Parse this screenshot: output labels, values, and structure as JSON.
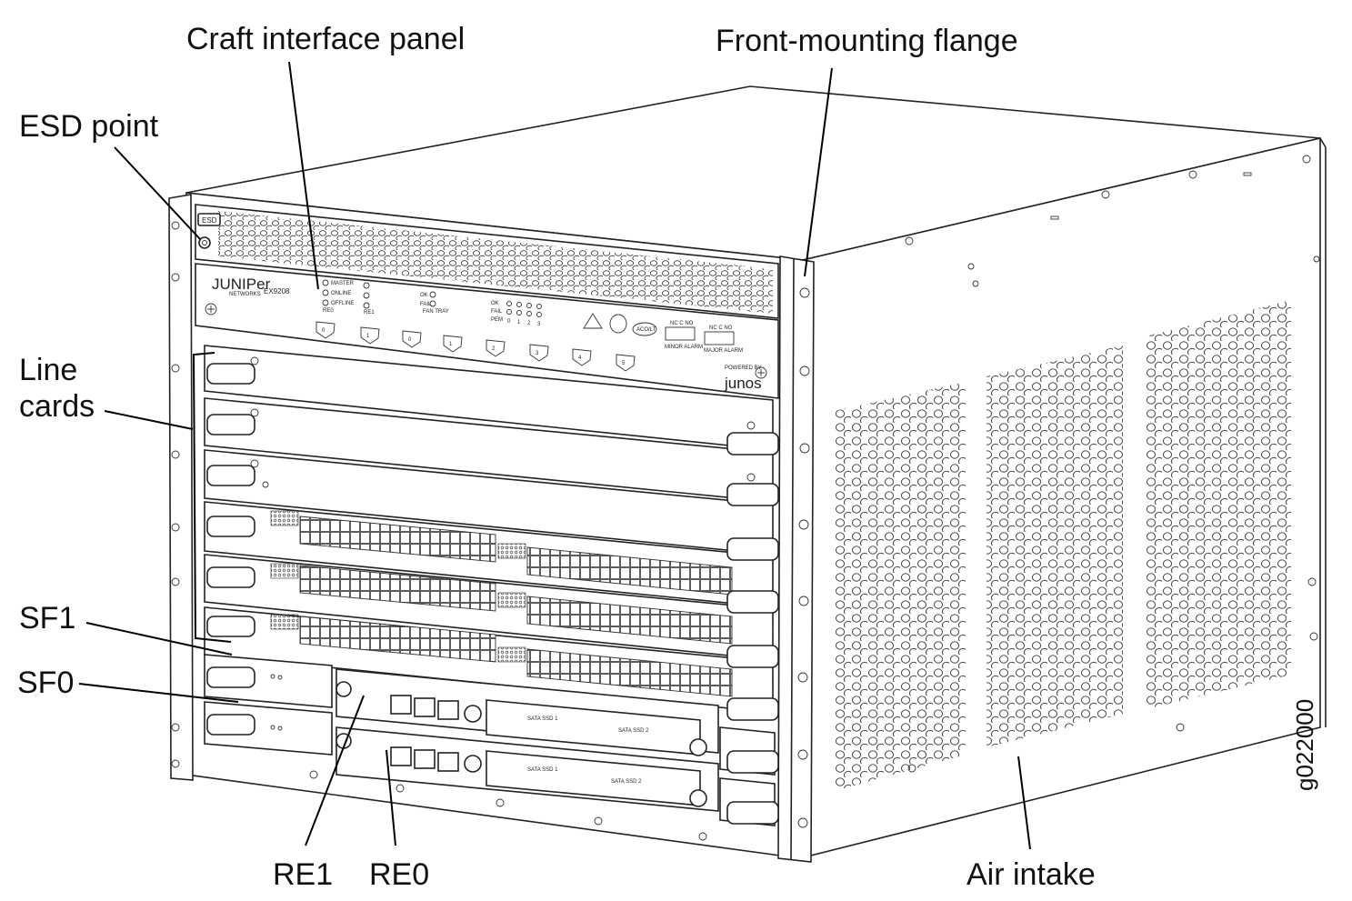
{
  "callouts": {
    "craft_interface_panel": "Craft interface panel",
    "front_mounting_flange": "Front-mounting flange",
    "esd_point": "ESD point",
    "line_cards_1": "Line",
    "line_cards_2": "cards",
    "sf1": "SF1",
    "sf0": "SF0",
    "re1": "RE1",
    "re0": "RE0",
    "air_intake": "Air intake",
    "figure_id": "g022000"
  },
  "device_labels": {
    "esd": "ESD",
    "brand": "JUNIPer",
    "brand_sub": "NETWORKS",
    "model": "EX9208",
    "master": "MASTER",
    "online": "ONLINE",
    "offline": "OFFLINE",
    "re0": "RE0",
    "re1": "RE1",
    "ok": "OK",
    "fail": "FAIL",
    "fan_tray": "FAN TRAY",
    "pem": "PEM",
    "pem_numbers": [
      "0",
      "1",
      "2",
      "3"
    ],
    "psu_numbers": [
      "0",
      "1",
      "0",
      "1",
      "2",
      "3",
      "4",
      "5"
    ],
    "aco_lt": "ACO/LT",
    "nc_c_no": "NC  C  NO",
    "minor_alarm": "MINOR ALARM",
    "major_alarm": "MAJOR ALARM",
    "junos_powered": "POWERED BY",
    "junos": "junos",
    "sata_ssd_1": "SATA SSD 1",
    "sata_ssd_2": "SATA SSD 2"
  }
}
